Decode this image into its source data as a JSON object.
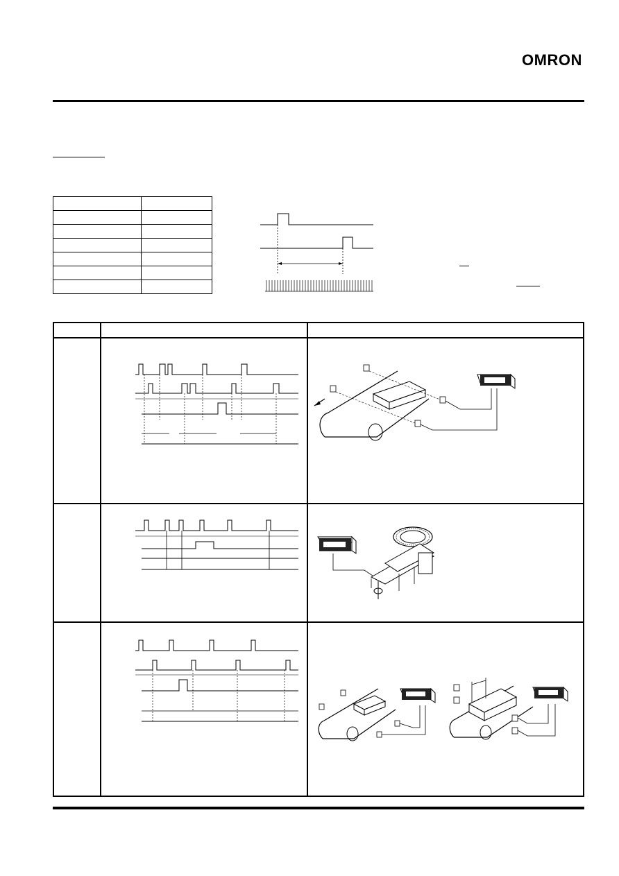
{
  "header": {
    "brand": "OMRON"
  },
  "spec_table": {
    "rows": 7,
    "cols": 2
  },
  "main_table": {
    "sections": 3
  }
}
